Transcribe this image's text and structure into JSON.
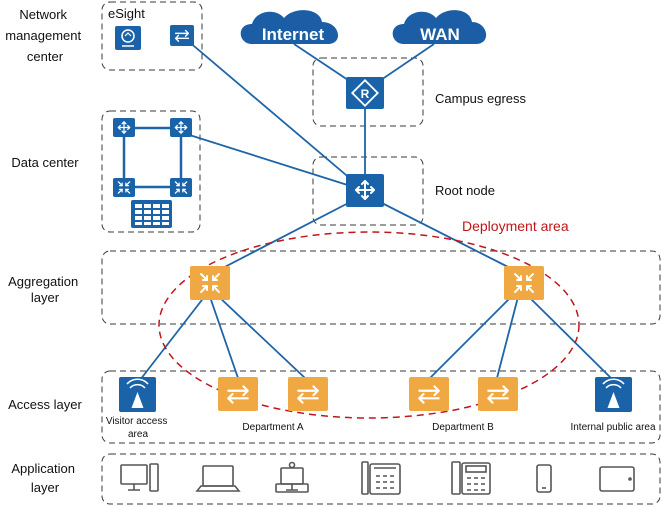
{
  "colors": {
    "device_blue": "#1a63a8",
    "cloud_blue": "#1b5ea6",
    "switch_orange": "#f0a843",
    "link_blue": "#1e64a8",
    "deployment_red": "#c0161b",
    "dashed_border": "#3a3a3a"
  },
  "layers": {
    "network_management_center": [
      "Network",
      "management",
      "center"
    ],
    "data_center": "Data center",
    "aggregation_layer": [
      "Aggregation",
      "layer"
    ],
    "access_layer": "Access layer",
    "application_layer": [
      "Application",
      "layer"
    ]
  },
  "nodes": {
    "esight": "eSight",
    "campus_egress": "Campus egress",
    "root_node": "Root node",
    "internet": "Internet",
    "wan": "WAN",
    "router_letter": "R"
  },
  "deployment_area": "Deployment area",
  "access_areas": {
    "visitor": [
      "Visitor access",
      "area"
    ],
    "department_a": "Department A",
    "department_b": "Department B",
    "internal_public": "Internal public area"
  },
  "terminals": [
    "desktop-pc-icon",
    "laptop-icon",
    "video-terminal-icon",
    "desk-phone-icon",
    "ip-phone-icon",
    "smartphone-icon",
    "tablet-icon"
  ]
}
